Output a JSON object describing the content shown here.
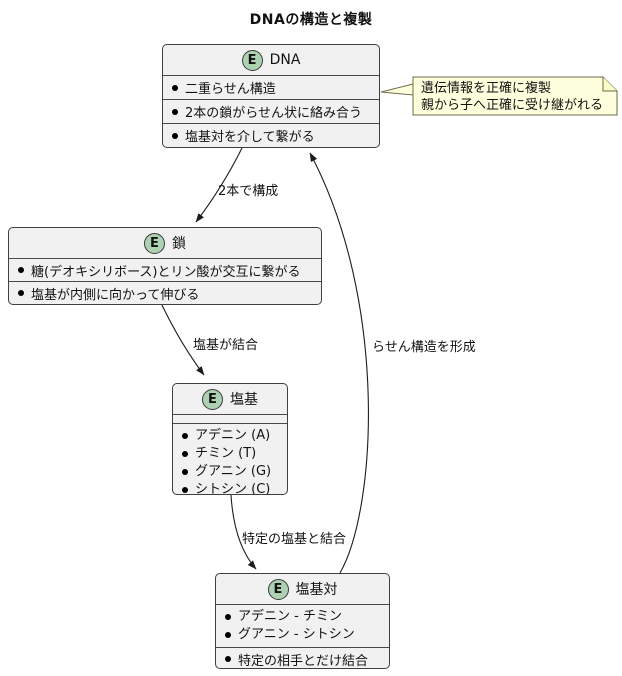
{
  "title": "DNAの構造と複製",
  "stereotype_letter": "E",
  "colors": {
    "entity_fill": "#f1f1f1",
    "entity_border": "#3f3f3f",
    "stereotype_circle_fill": "#add1b2",
    "note_fill": "#feffdd",
    "note_border": "#6b6b49",
    "arrow": "#1c1c1c"
  },
  "entities": [
    {
      "name": "DNA",
      "sections": [
        [
          "二重らせん構造"
        ],
        [
          "2本の鎖がらせん状に絡み合う"
        ],
        [
          "塩基対を介して繋がる"
        ]
      ]
    },
    {
      "name": "鎖",
      "sections": [
        [
          "糖(デオキシリボース)とリン酸が交互に繋がる"
        ],
        [
          "塩基が内側に向かって伸びる"
        ]
      ]
    },
    {
      "name": "塩基",
      "sections": [
        [],
        [
          "アデニン (A)",
          "チミン (T)",
          "グアニン (G)",
          "シトシン (C)"
        ]
      ]
    },
    {
      "name": "塩基対",
      "sections": [
        [
          "アデニン - チミン",
          "グアニン - シトシン"
        ],
        [
          "特定の相手とだけ結合"
        ]
      ]
    }
  ],
  "note": {
    "lines": [
      "遺伝情報を正確に複製",
      "親から子へ正確に受け継がれる"
    ]
  },
  "edges": [
    {
      "from": "DNA",
      "to": "鎖",
      "label": "2本で構成"
    },
    {
      "from": "鎖",
      "to": "塩基",
      "label": "塩基が結合"
    },
    {
      "from": "塩基",
      "to": "塩基対",
      "label": "特定の塩基と結合"
    },
    {
      "from": "塩基対",
      "to": "DNA",
      "label": "らせん構造を形成"
    }
  ]
}
